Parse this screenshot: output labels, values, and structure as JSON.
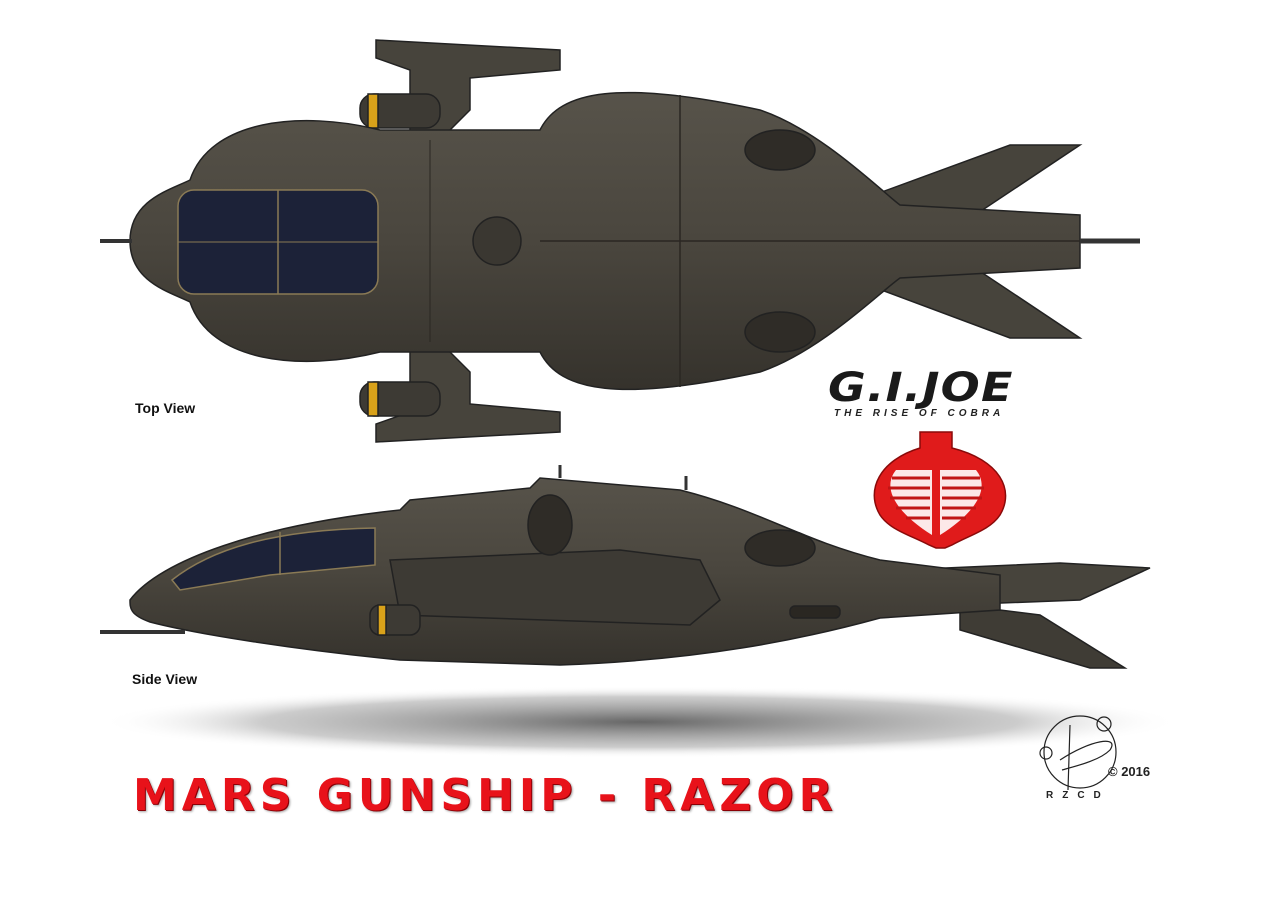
{
  "labels": {
    "top_view": "Top View",
    "side_view": "Side View"
  },
  "title": "MARS GUNSHIP - RAZOR",
  "logo": {
    "main": "G.I.JOE",
    "subtitle": "THE RISE OF COBRA"
  },
  "signature": {
    "year": "© 2016",
    "initials": "RZCD"
  },
  "colors": {
    "hull": "#4a463e",
    "hull_dark": "#2e2b26",
    "canopy": "#1c2238",
    "title_red": "#e8121a",
    "cobra_red": "#e01b1b"
  }
}
